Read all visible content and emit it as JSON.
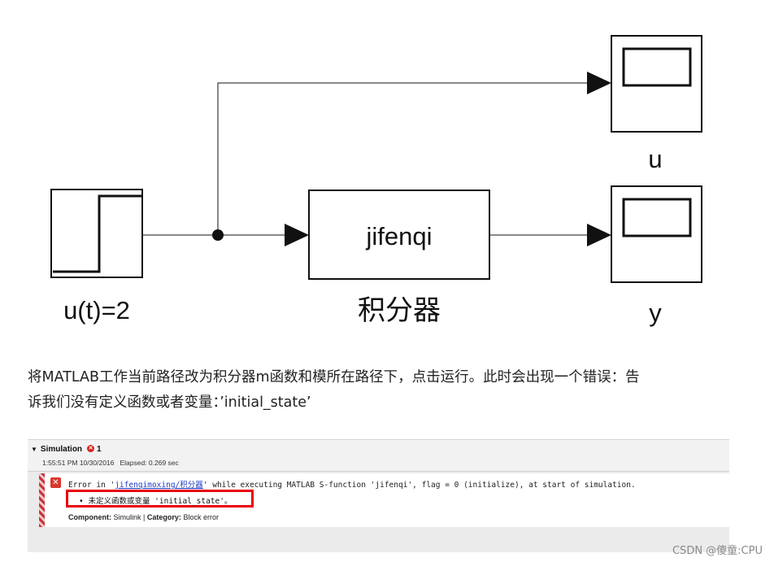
{
  "diagram": {
    "step_block_label": "u(t)=2",
    "integrator_block_text": "jifenqi",
    "integrator_block_label": "积分器",
    "scope_u_label": "u",
    "scope_y_label": "y"
  },
  "paragraph": {
    "line1": "将MATLAB工作当前路径改为积分器m函数和模所在路径下，点击运行。此时会出现一个错误：告",
    "line2": "诉我们没有定义函数或者变量：’initial_state’"
  },
  "simulation_panel": {
    "title": "Simulation",
    "error_count": "1",
    "timestamp": "1:55:51 PM 10/30/2016",
    "elapsed": "Elapsed: 0.269 sec",
    "error_prefix": "Error in '",
    "error_link": "jifenqimoxing/积分器",
    "error_suffix": "' while executing MATLAB S-function 'jifenqi', flag = 0 (initialize), at start of simulation.",
    "bullet_message": "• 未定义函数或变量 'initial_state'。",
    "component_label": "Component:",
    "component_value": "Simulink",
    "category_label": "Category:",
    "category_value": "Block error",
    "separator": "|"
  },
  "watermark": "CSDN @傻童:CPU",
  "colors": {
    "error_red": "#e8000b",
    "link_blue": "#1f3cc7",
    "panel_gray": "#ebebeb"
  }
}
